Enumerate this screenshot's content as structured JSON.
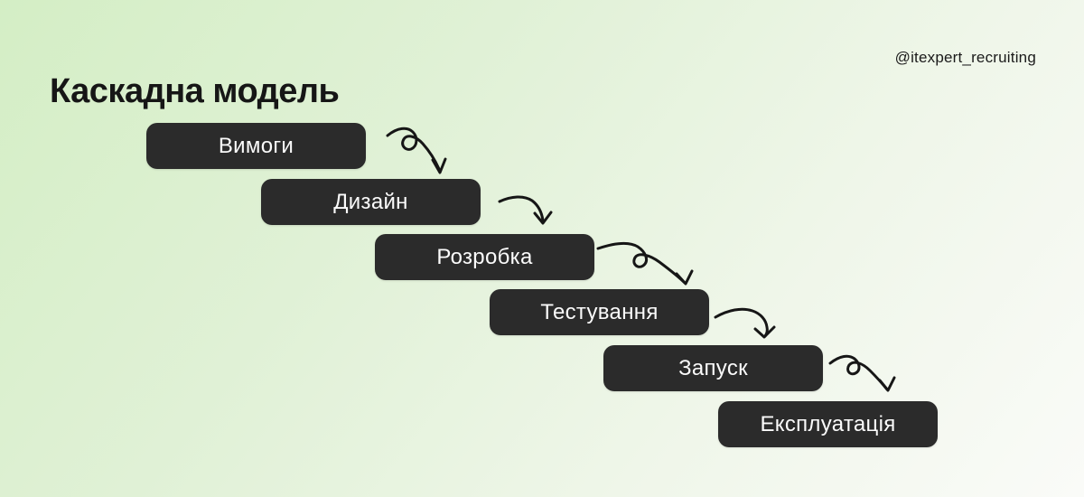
{
  "header": {
    "title": "Каскадна модель",
    "handle": "@itexpert_recruiting"
  },
  "diagram": {
    "type": "waterfall-steps",
    "direction": "top-left to bottom-right staircase",
    "steps": [
      {
        "label": "Вимоги"
      },
      {
        "label": "Дизайн"
      },
      {
        "label": "Розробка"
      },
      {
        "label": "Тестування"
      },
      {
        "label": "Запуск"
      },
      {
        "label": "Експлуатація"
      }
    ],
    "connectors": [
      {
        "from": "Вимоги",
        "to": "Дизайн",
        "style": "hand-drawn curl with loop"
      },
      {
        "from": "Дизайн",
        "to": "Розробка",
        "style": "hand-drawn arc"
      },
      {
        "from": "Розробка",
        "to": "Тестування",
        "style": "hand-drawn curl with loop"
      },
      {
        "from": "Тестування",
        "to": "Запуск",
        "style": "hand-drawn arc"
      },
      {
        "from": "Запуск",
        "to": "Експлуатація",
        "style": "hand-drawn curl with loop"
      }
    ]
  },
  "colors": {
    "background_gradient_from": "#d4eec5",
    "background_gradient_to": "#fafbf8",
    "step_box": "#2b2b2b",
    "step_text": "#fbfbfb",
    "ink": "#161616"
  }
}
